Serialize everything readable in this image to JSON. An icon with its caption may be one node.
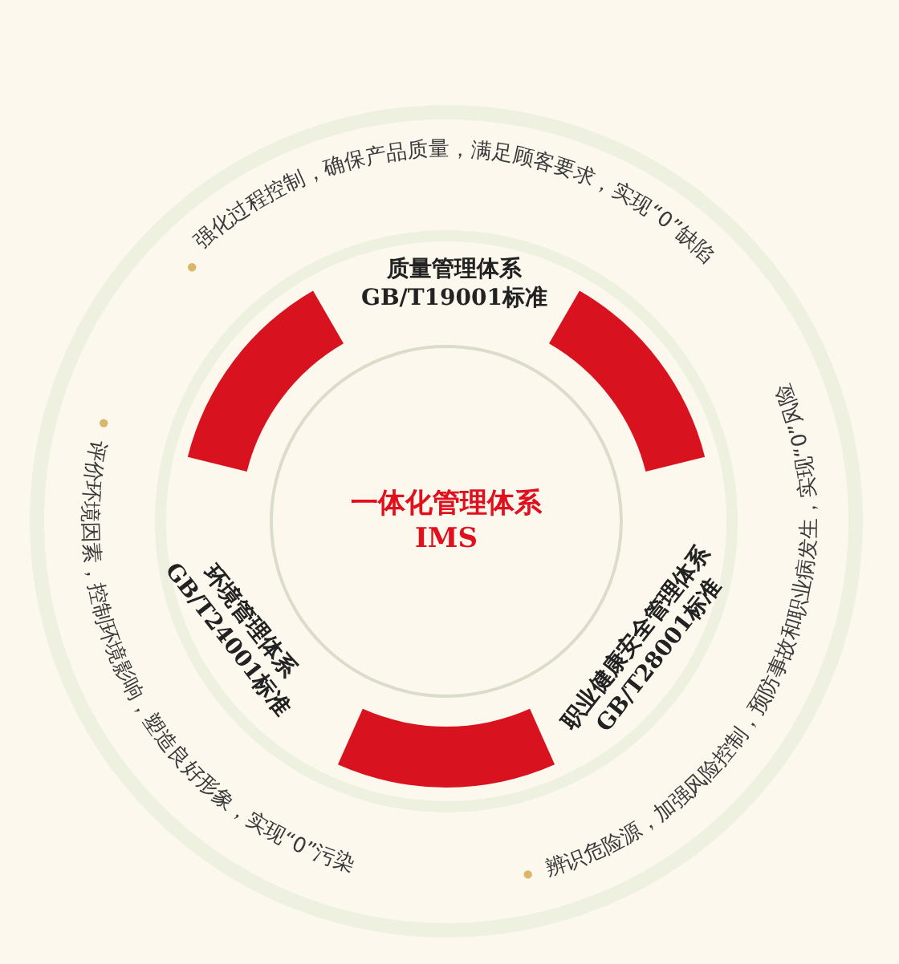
{
  "diagram": {
    "nodes": [
      {
        "text": [
          "一体化管理体系",
          "IMS"
        ]
      }
    ],
    "edges": [],
    "labels": [
      "强化过程控制，确保产品质量，满足顾客要求，实现“0”缺陷",
      "质量管理体系",
      "GB/T19001标准",
      "评价环境因素，控制环境影响，塑造良好形象，实现“0”污染",
      "环境管理体系",
      "GB/T24001标准",
      "职业健康安全管理体系",
      "GB/T28001标准",
      "辨识危险源，加强风险控制，预防事故和职业病发生，实现“0”风险"
    ]
  }
}
